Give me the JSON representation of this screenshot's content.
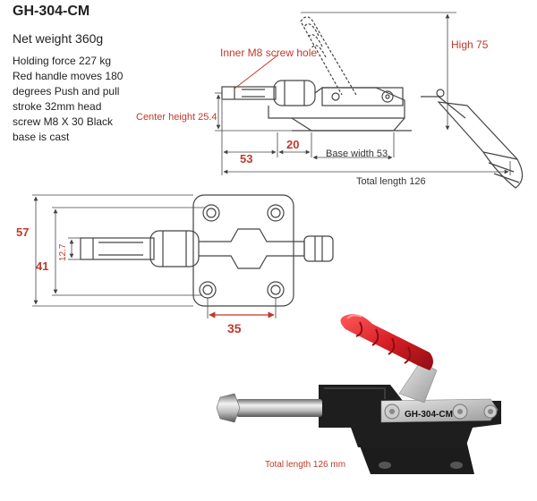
{
  "specs": {
    "model": "GH-304-CM",
    "weight": "Net weight 360g",
    "description_lines": [
      "Holding force 227 kg",
      "Red handle moves 180",
      "degrees Push and pull",
      "stroke 32mm head",
      "screw M8 X 30 Black",
      "base is cast"
    ]
  },
  "side_view": {
    "screw_label": "Inner M8 screw hole",
    "high_label": "High 75",
    "center_height_label": "Center height 25.4",
    "dim_53": "53",
    "dim_20": "20",
    "base_width_label": "Base width 53",
    "total_length_label": "Total length 126"
  },
  "top_view": {
    "dim_57": "57",
    "dim_41": "41",
    "dim_12_7": "12.7",
    "dim_35": "35"
  },
  "photo": {
    "body_label": "GH-304-CM",
    "total_length_label": "Total length 126 mm"
  },
  "colors": {
    "dim_red": "#c0392b",
    "line": "#444444",
    "handle_red": "#d81e26",
    "base_black": "#1e1e1e"
  }
}
